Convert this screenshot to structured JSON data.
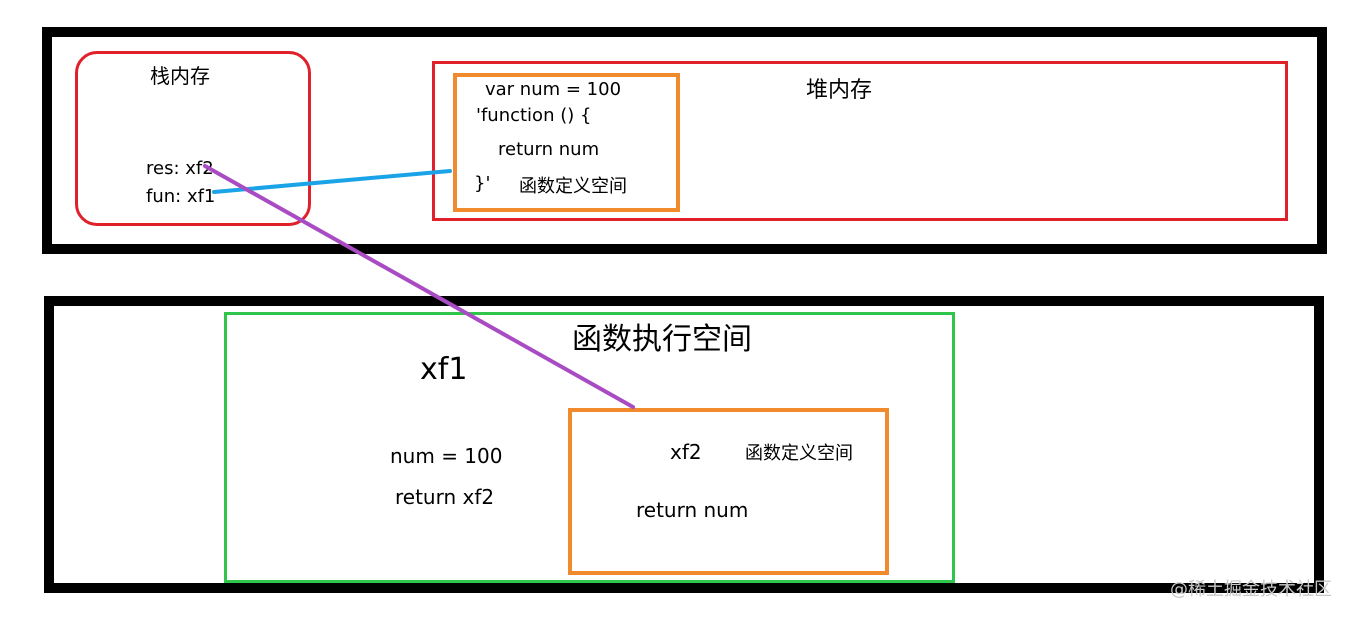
{
  "stack": {
    "title": "栈内存",
    "res": "res: xf2",
    "fun": "fun: xf1"
  },
  "heap": {
    "title": "堆内存",
    "code": {
      "line1": "var num = 100",
      "line2": "'function () {",
      "line3": "return num",
      "line4": "}'",
      "caption": "函数定义空间"
    }
  },
  "exec": {
    "title": "函数执行空间",
    "name": "xf1",
    "line1": "num = 100",
    "line2": "return xf2",
    "inner": {
      "name": "xf2",
      "caption": "函数定义空间",
      "body": "return num"
    }
  },
  "connectors": {
    "blue": "#1aa3e6",
    "purple": "#a94cc4"
  },
  "watermark": "@稀土掘金技术社区"
}
